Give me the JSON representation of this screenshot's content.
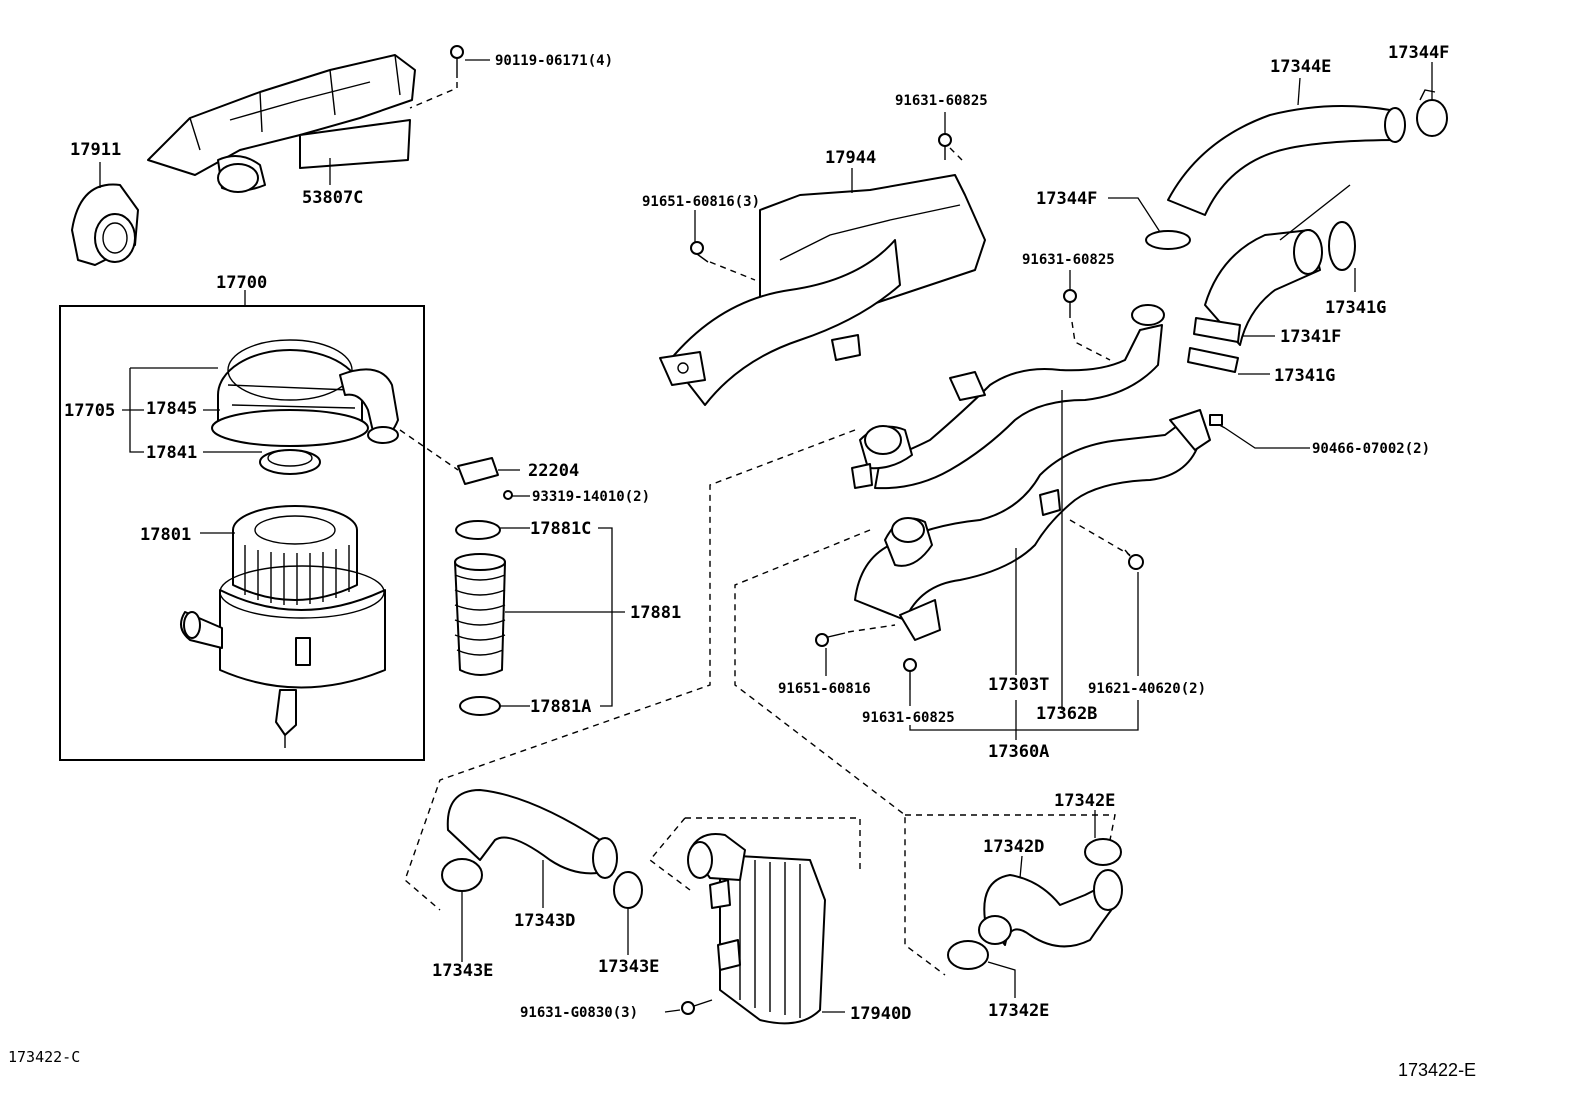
{
  "labels": {
    "p90119": "90119-06171(4)",
    "p17911": "17911",
    "p53807c": "53807C",
    "p91631_a": "91631-60825",
    "p17944": "17944",
    "p91651_a": "91651-60816(3)",
    "p17344e": "17344E",
    "p17344f_a": "17344F",
    "p17344f_b": "17344F",
    "p91631_b": "91631-60825",
    "p17341g_a": "17341G",
    "p17341f": "17341F",
    "p17341g_b": "17341G",
    "p90466": "90466-07002(2)",
    "p17700": "17700",
    "p17705": "17705",
    "p17845": "17845",
    "p17841": "17841",
    "p22204": "22204",
    "p93319": "93319-14010(2)",
    "p17801": "17801",
    "p17881c": "17881C",
    "p17881": "17881",
    "p17881a": "17881A",
    "p91651_b": "91651-60816",
    "p91631_c": "91631-60825",
    "p17303t": "17303T",
    "p17362b": "17362B",
    "p91621": "91621-40620(2)",
    "p17360a": "17360A",
    "p17342e_a": "17342E",
    "p17342d": "17342D",
    "p17342e_b": "17342E",
    "p17343d": "17343D",
    "p17343e_a": "17343E",
    "p17343e_b": "17343E",
    "p91631_g": "91631-G0830(3)",
    "p17940d": "17940D"
  },
  "footer": {
    "code_left": "173422-C",
    "code_right": "173422-E"
  }
}
